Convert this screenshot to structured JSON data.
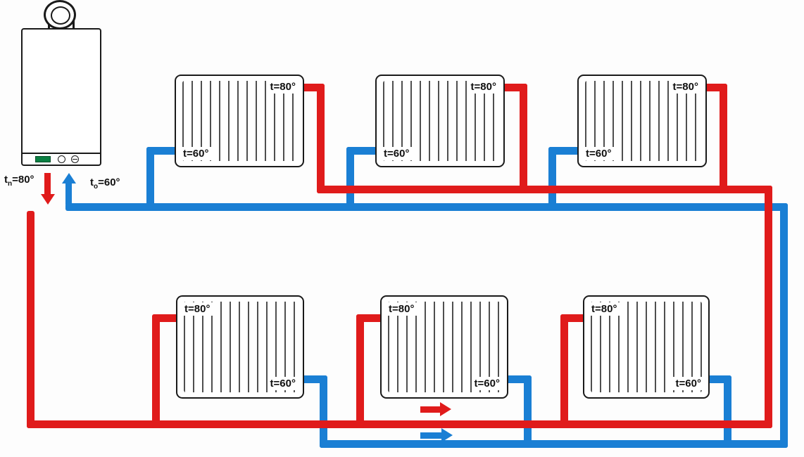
{
  "colors": {
    "supply": "#e01b1b",
    "return": "#1a7fd4",
    "outline": "#1a1a1a",
    "fin": "#4f4f4f"
  },
  "boiler": {
    "supply_label": {
      "base": "t",
      "sub": "n",
      "rest": "=80°"
    },
    "return_label": {
      "base": "t",
      "sub": "o",
      "rest": "=60°"
    }
  },
  "radiators": [
    {
      "id": "radiator-1",
      "row": "top",
      "supply_temp": "t=80°",
      "return_temp": "t=60°"
    },
    {
      "id": "radiator-2",
      "row": "top",
      "supply_temp": "t=80°",
      "return_temp": "t=60°"
    },
    {
      "id": "radiator-3",
      "row": "top",
      "supply_temp": "t=80°",
      "return_temp": "t=60°"
    },
    {
      "id": "radiator-4",
      "row": "bottom",
      "supply_temp": "t=80°",
      "return_temp": "t=60°"
    },
    {
      "id": "radiator-5",
      "row": "bottom",
      "supply_temp": "t=80°",
      "return_temp": "t=60°"
    },
    {
      "id": "radiator-6",
      "row": "bottom",
      "supply_temp": "t=80°",
      "return_temp": "t=60°"
    }
  ],
  "flow_arrows": {
    "supply": "supply-flow-right-arrow",
    "return": "return-flow-right-arrow"
  }
}
